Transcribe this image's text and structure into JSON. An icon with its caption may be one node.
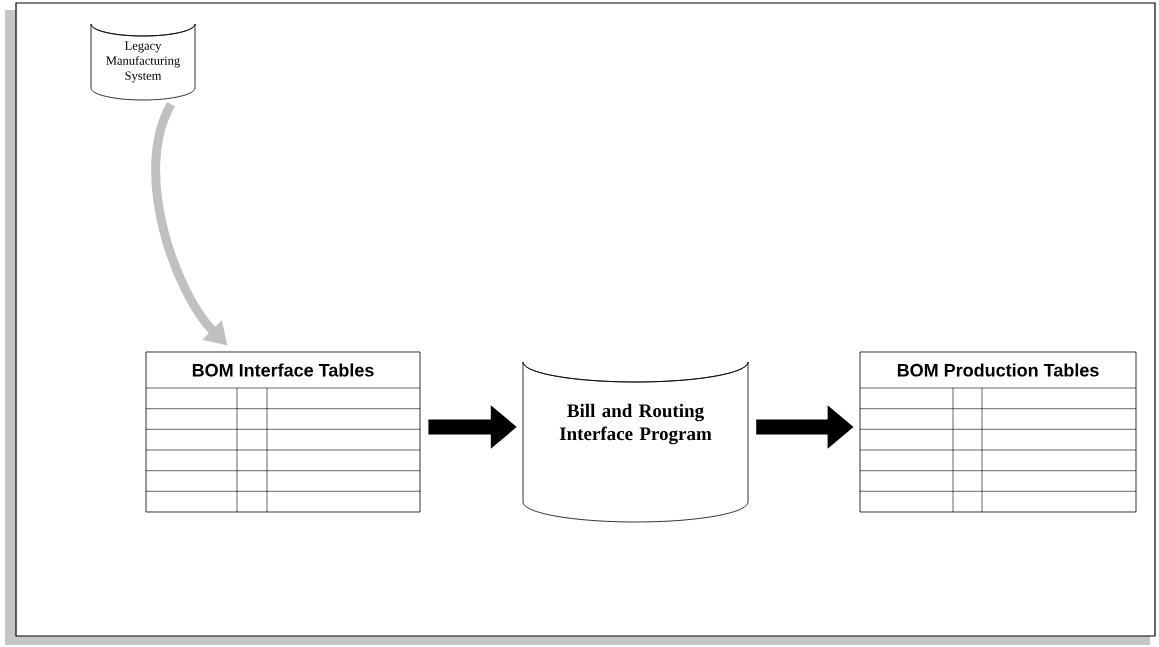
{
  "diagram": {
    "nodes": [
      {
        "text": [
          "Legacy Manufacturing System"
        ]
      },
      {
        "text": [
          "BOM Interface Tables"
        ]
      },
      {
        "text": [
          "Bill and Routing Interface Program"
        ]
      },
      {
        "text": [
          "BOM Production Tables"
        ]
      }
    ],
    "edges": [
      {
        "from": 0,
        "to": 1,
        "arrow": "to",
        "color": "#c0c0c0"
      },
      {
        "from": 1,
        "to": 2,
        "arrow": "to"
      },
      {
        "from": 2,
        "to": 3,
        "arrow": "to"
      }
    ]
  }
}
